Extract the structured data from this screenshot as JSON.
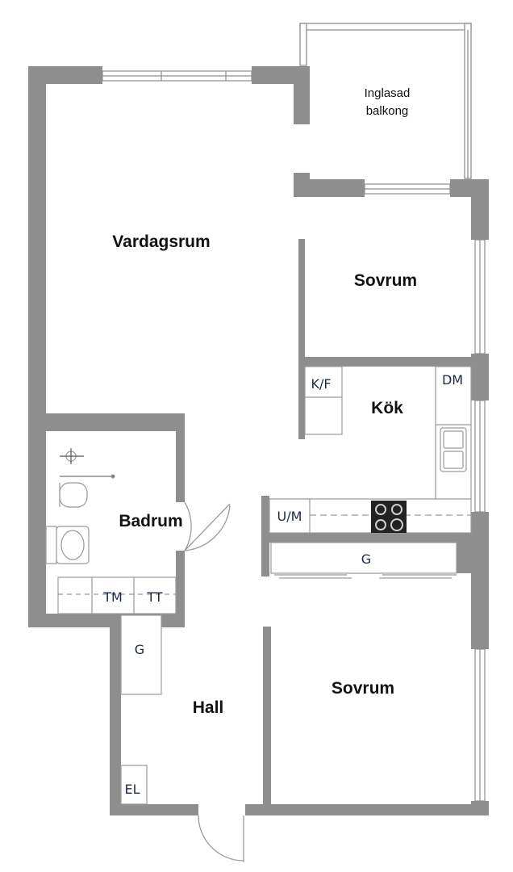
{
  "rooms": {
    "balcony_line1": "Inglasad",
    "balcony_line2": "balkong",
    "living": "Vardagsrum",
    "bedroom_top": "Sovrum",
    "kitchen": "Kök",
    "bathroom": "Badrum",
    "hall": "Hall",
    "bedroom_bottom": "Sovrum"
  },
  "fixtures": {
    "fridge_freezer": "K/F",
    "dishwasher": "DM",
    "oven_microwave": "U/M",
    "wardrobe_kitchen": "G",
    "washer": "TM",
    "dryer": "TT",
    "wardrobe_hall": "G",
    "electric_panel": "EL"
  },
  "colors": {
    "wall": "#8e8e8e",
    "fixture_line": "#9a9a9a",
    "label_text": "#1d2a44",
    "hob": "#222222"
  }
}
